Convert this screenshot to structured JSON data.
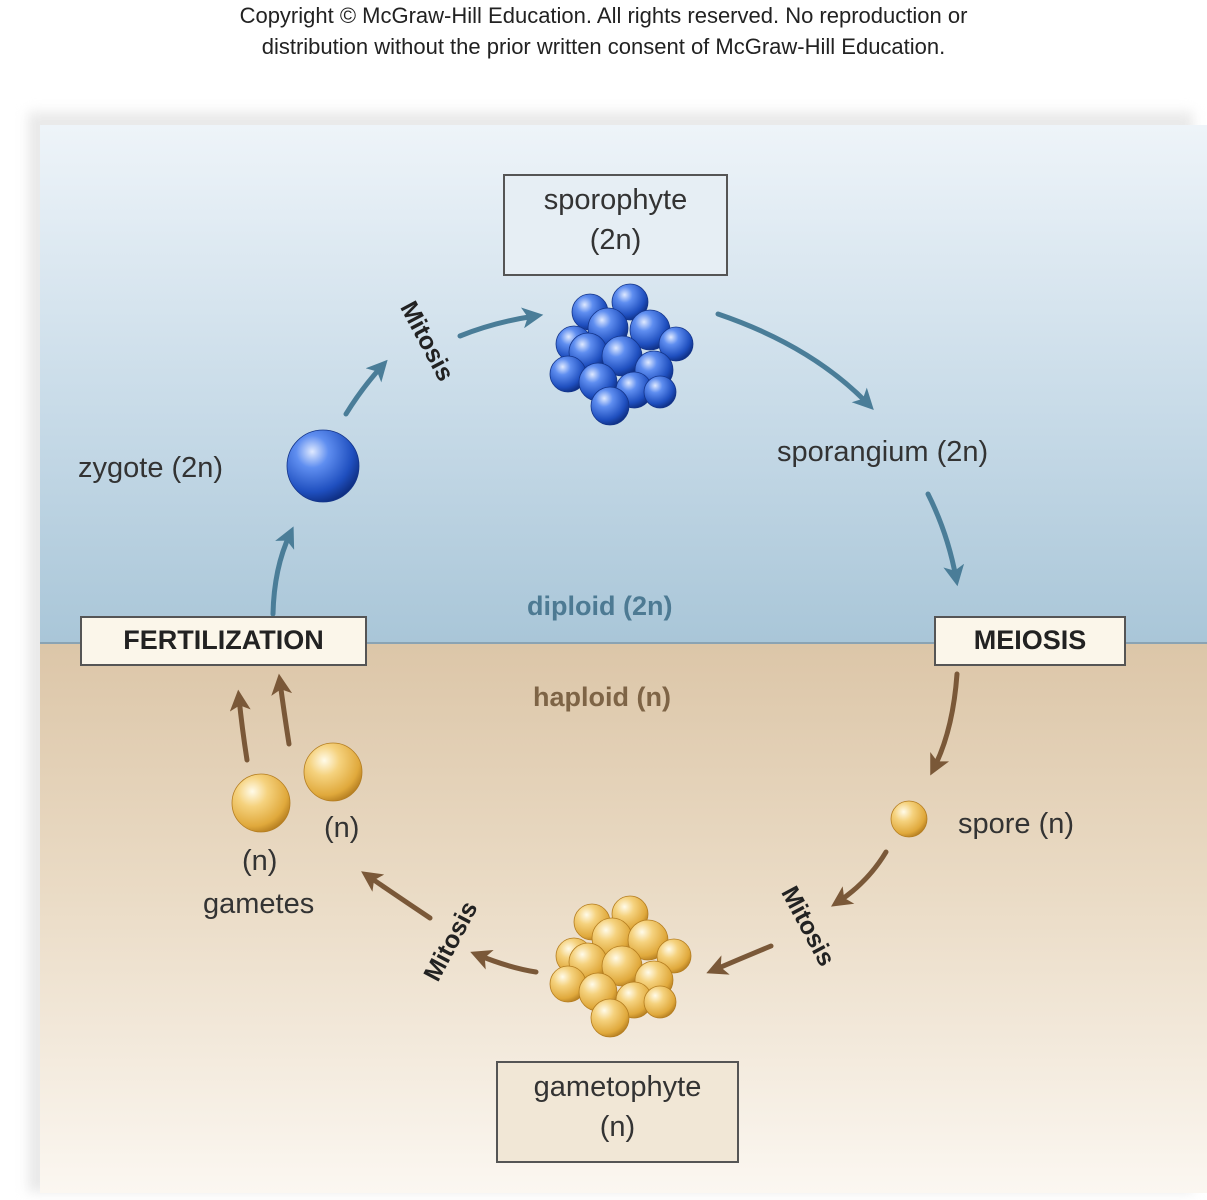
{
  "copyright": {
    "line1": "Copyright © McGraw-Hill Education.  All rights reserved. No reproduction or",
    "line2": "distribution without the prior written consent of  McGraw-Hill Education."
  },
  "stages": {
    "sporophyte": {
      "name": "sporophyte",
      "ploidy": "(2n)"
    },
    "sporangium": "sporangium (2n)",
    "meiosis": "MEIOSIS",
    "spore": "spore (n)",
    "gametophyte": {
      "name": "gametophyte",
      "ploidy": "(n)"
    },
    "gametes": {
      "ploidy_a": "(n)",
      "ploidy_b": "(n)",
      "name": "gametes"
    },
    "fertilization": "FERTILIZATION",
    "zygote": "zygote (2n)"
  },
  "zones": {
    "diploid": "diploid (2n)",
    "haploid": "haploid (n)"
  },
  "processes": {
    "mitosis_top": "Mitosis",
    "mitosis_right": "Mitosis",
    "mitosis_left": "Mitosis"
  },
  "colors": {
    "diploid_arrow": "#4a7d98",
    "haploid_arrow": "#7a5838",
    "diploid_cell": "#1f4fbf",
    "haploid_cell": "#e8b448"
  }
}
